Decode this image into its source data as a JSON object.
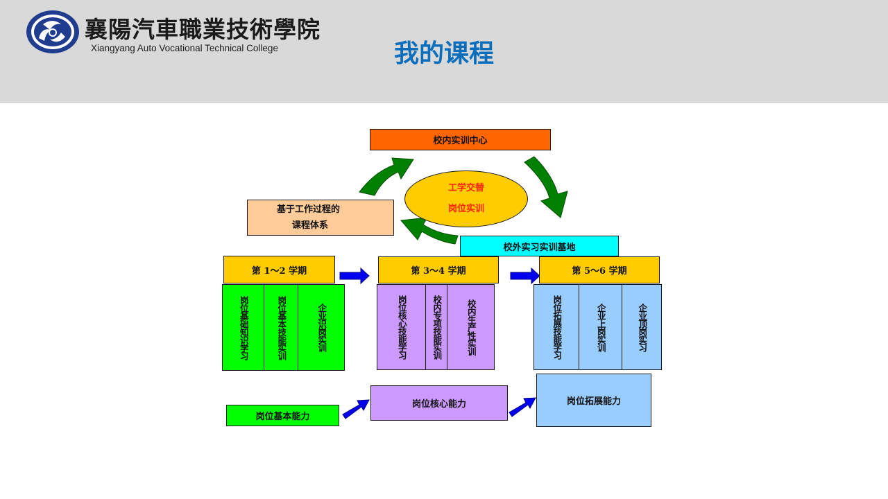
{
  "header": {
    "logo_cn": "襄陽汽車職業技術學院",
    "logo_en": "Xiangyang Auto Vocational Technical College",
    "title": "我的课程"
  },
  "diagram": {
    "center_top": "校内实训中心",
    "ellipse_line1": "工学交替",
    "ellipse_line2": "岗位实训",
    "course_system_line1": "基于工作过程的",
    "course_system_line2": "课程体系",
    "external_base": "校外实习实训基地",
    "semesters": [
      "第 1～2 学期",
      "第 3～4 学期",
      "第 5～6 学期"
    ],
    "stage1_items": [
      "岗位基础知识学习",
      "岗位基本技能实训",
      "企业识岗实训"
    ],
    "stage2_items": [
      "岗位核心技能学习",
      "校内专项技能实训",
      "校内生产性实训"
    ],
    "stage3_items": [
      "岗位拓展技能学习",
      "企业上岗实训",
      "企业顶岗实习"
    ],
    "abilities": [
      "岗位基本能力",
      "岗位核心能力",
      "岗位拓展能力"
    ]
  },
  "colors": {
    "title": "#0a6ebd",
    "stage1": "#00ff00",
    "stage2": "#cc99ff",
    "stage3": "#99ccff",
    "semester": "#ffcc00",
    "center_top": "#ff6600",
    "external_base": "#00ffff",
    "course_system": "#ffcc99",
    "cycle_arrow": "#008000",
    "flow_arrow": "#0000ee"
  },
  "icons": [
    "college-emblem-icon"
  ]
}
